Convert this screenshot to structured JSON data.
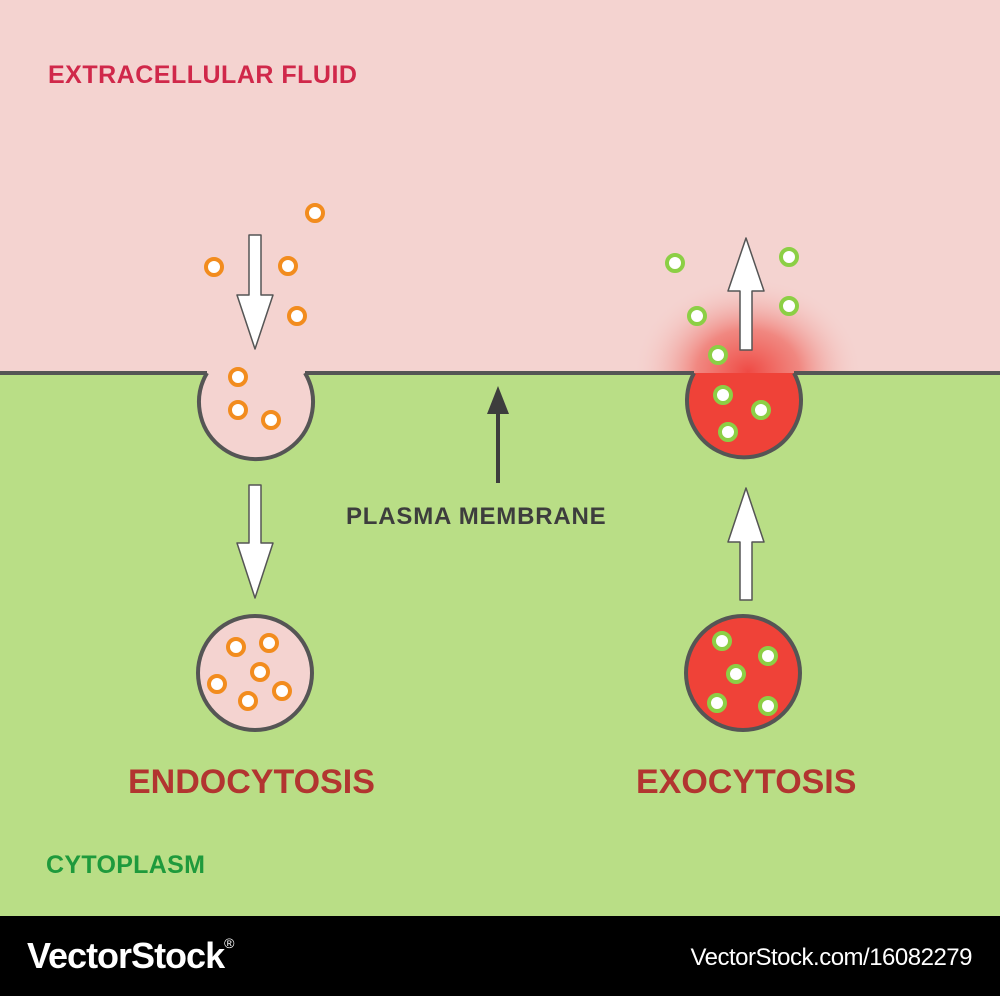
{
  "labels": {
    "extracellular": "EXTRACELLULAR FLUID",
    "cytoplasm": "CYTOPLASM",
    "membrane": "PLASMA MEMBRANE",
    "endocytosis": "ENDOCYTOSIS",
    "exocytosis": "EXOCYTOSIS"
  },
  "footer": {
    "brand": "VectorStock",
    "brand_mark": "®",
    "url": "VectorStock.com/16082279"
  },
  "colors": {
    "extracellular_bg": "#f4d3d0",
    "cytoplasm_bg": "#b9de86",
    "membrane_line": "#555555",
    "vesicle_pink": "#f4d3d0",
    "vesicle_red": "#ef4238",
    "particle_orange": "#f28c1e",
    "particle_green": "#8ccf45",
    "arrow_fill": "#ffffff",
    "arrow_stroke": "#555555",
    "title_red": "#b23530",
    "extracellular_text": "#d0284a",
    "cytoplasm_text": "#1e9a3c",
    "membrane_text": "#3d3d3d"
  },
  "icons": {
    "endocytosis_particles": "orange-ring-particle",
    "exocytosis_particles": "green-ring-particle",
    "flow_arrows": "hollow-arrow"
  }
}
